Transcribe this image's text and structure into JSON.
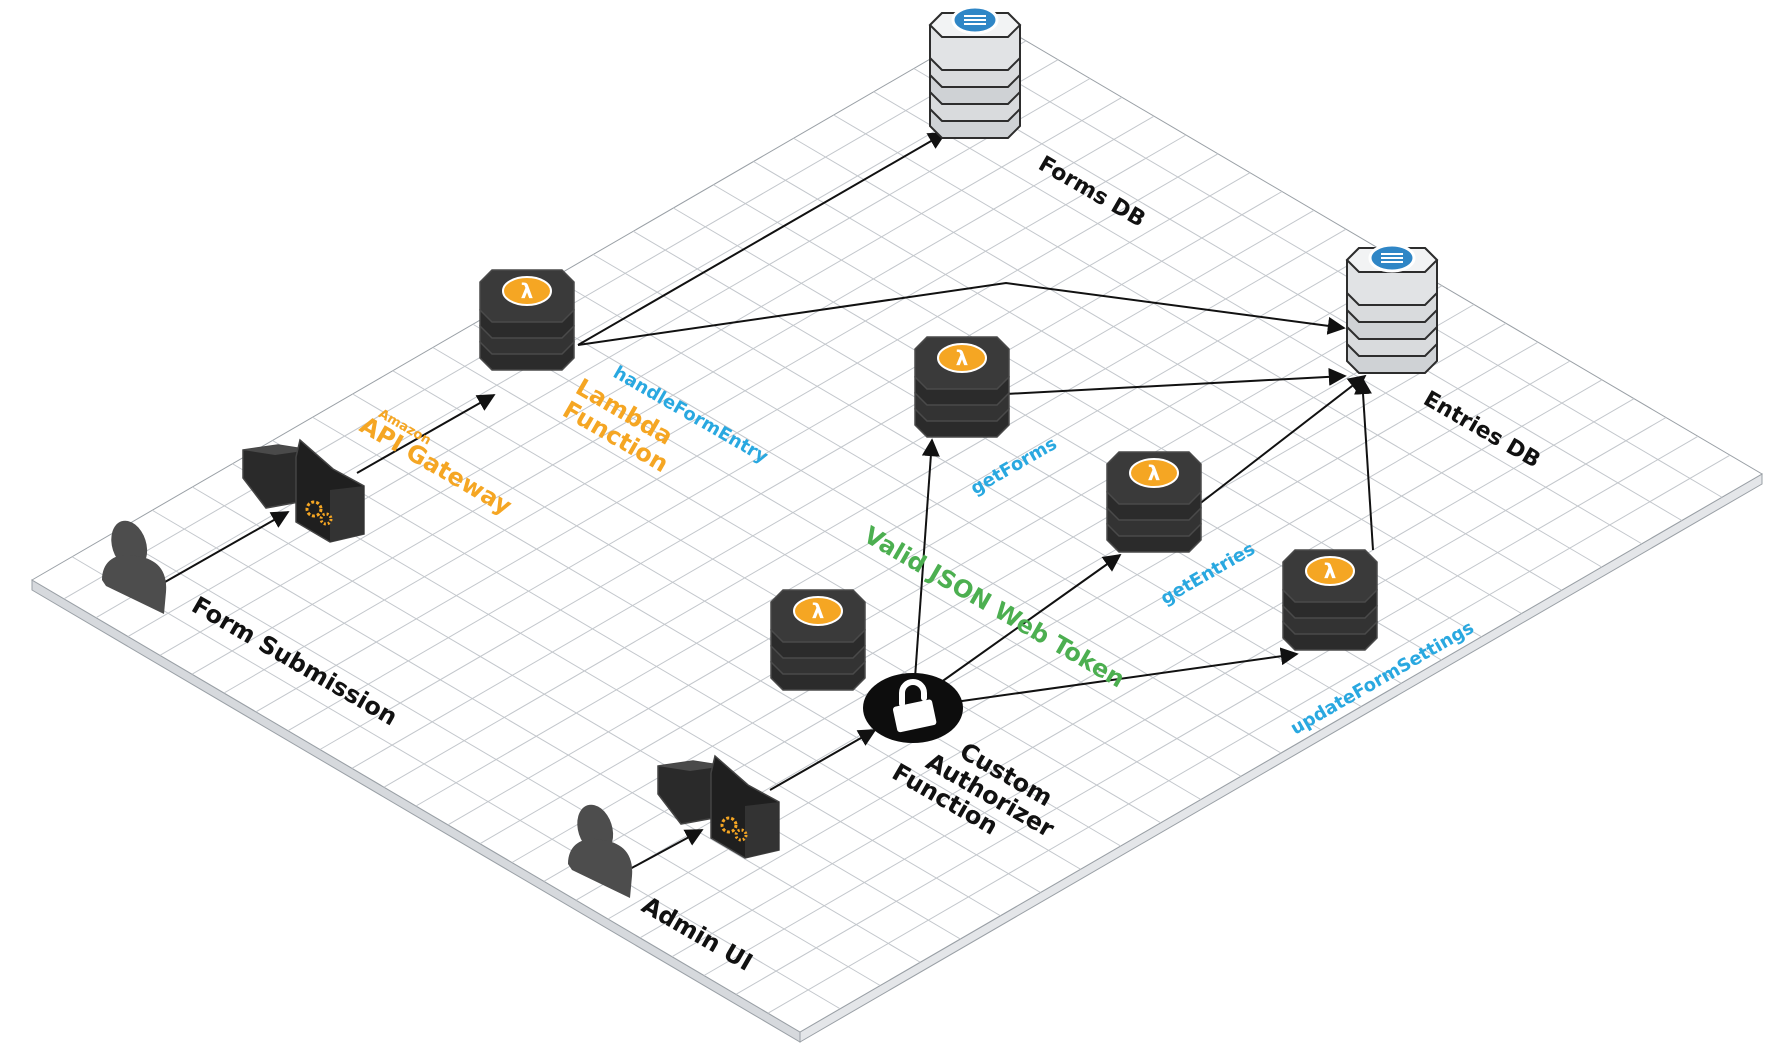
{
  "colors": {
    "label": "#111111",
    "api_gateway": "#f5a623",
    "lambda_badge": "#f5a623",
    "function_name": "#29a8e0",
    "token": "#4caf50",
    "db_badge": "#2f86c6",
    "grid": "#c3c7cc"
  },
  "nodes": {
    "forms_db": {
      "label": "Forms DB",
      "icon": "database-icon"
    },
    "entries_db": {
      "label": "Entries DB",
      "icon": "database-icon"
    },
    "api_gateway": {
      "small": "Amazon",
      "large": "API Gateway",
      "icon": "api-gateway-icon"
    },
    "admin_gateway": {
      "icon": "api-gateway-icon"
    },
    "lambda_main": {
      "line1": "Lambda",
      "line2": "Function",
      "icon": "lambda-icon"
    },
    "authorizer": {
      "line1": "Custom",
      "line2": "Authorizer",
      "line3": "Function",
      "icon": "lock-icon"
    },
    "form_user": {
      "label": "Form Submission",
      "icon": "user-icon"
    },
    "admin_user": {
      "label": "Admin UI",
      "icon": "user-icon"
    }
  },
  "functions": {
    "handle_form_entry": "handleFormEntry",
    "get_forms": "getForms",
    "get_entries": "getEntries",
    "update_form_settings": "updateFormSettings"
  },
  "token_label": "Valid JSON Web Token"
}
